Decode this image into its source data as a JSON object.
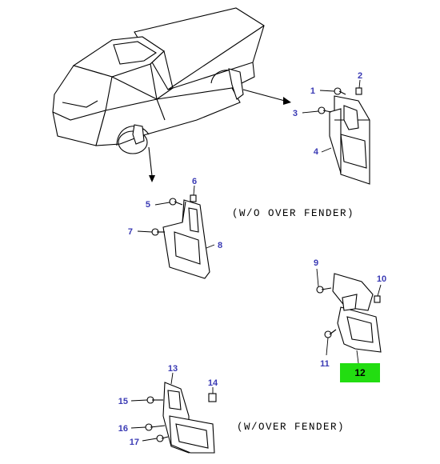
{
  "parts": [
    {
      "id": "part-1",
      "label": "1"
    },
    {
      "id": "part-2",
      "label": "2"
    },
    {
      "id": "part-3",
      "label": "3"
    },
    {
      "id": "part-4",
      "label": "4"
    },
    {
      "id": "part-5",
      "label": "5"
    },
    {
      "id": "part-6",
      "label": "6"
    },
    {
      "id": "part-7",
      "label": "7"
    },
    {
      "id": "part-8",
      "label": "8"
    },
    {
      "id": "part-9",
      "label": "9"
    },
    {
      "id": "part-10",
      "label": "10"
    },
    {
      "id": "part-11",
      "label": "11"
    },
    {
      "id": "part-12",
      "label": "12"
    },
    {
      "id": "part-13",
      "label": "13"
    },
    {
      "id": "part-14",
      "label": "14"
    },
    {
      "id": "part-15",
      "label": "15"
    },
    {
      "id": "part-16",
      "label": "16"
    },
    {
      "id": "part-17",
      "label": "17"
    }
  ],
  "captions": {
    "without_over_fender": "(W/O OVER FENDER)",
    "with_over_fender": "(W/OVER FENDER)"
  },
  "selected_part": "12",
  "colors": {
    "callout": "#3a3ab4",
    "highlight": "#22dd11"
  }
}
